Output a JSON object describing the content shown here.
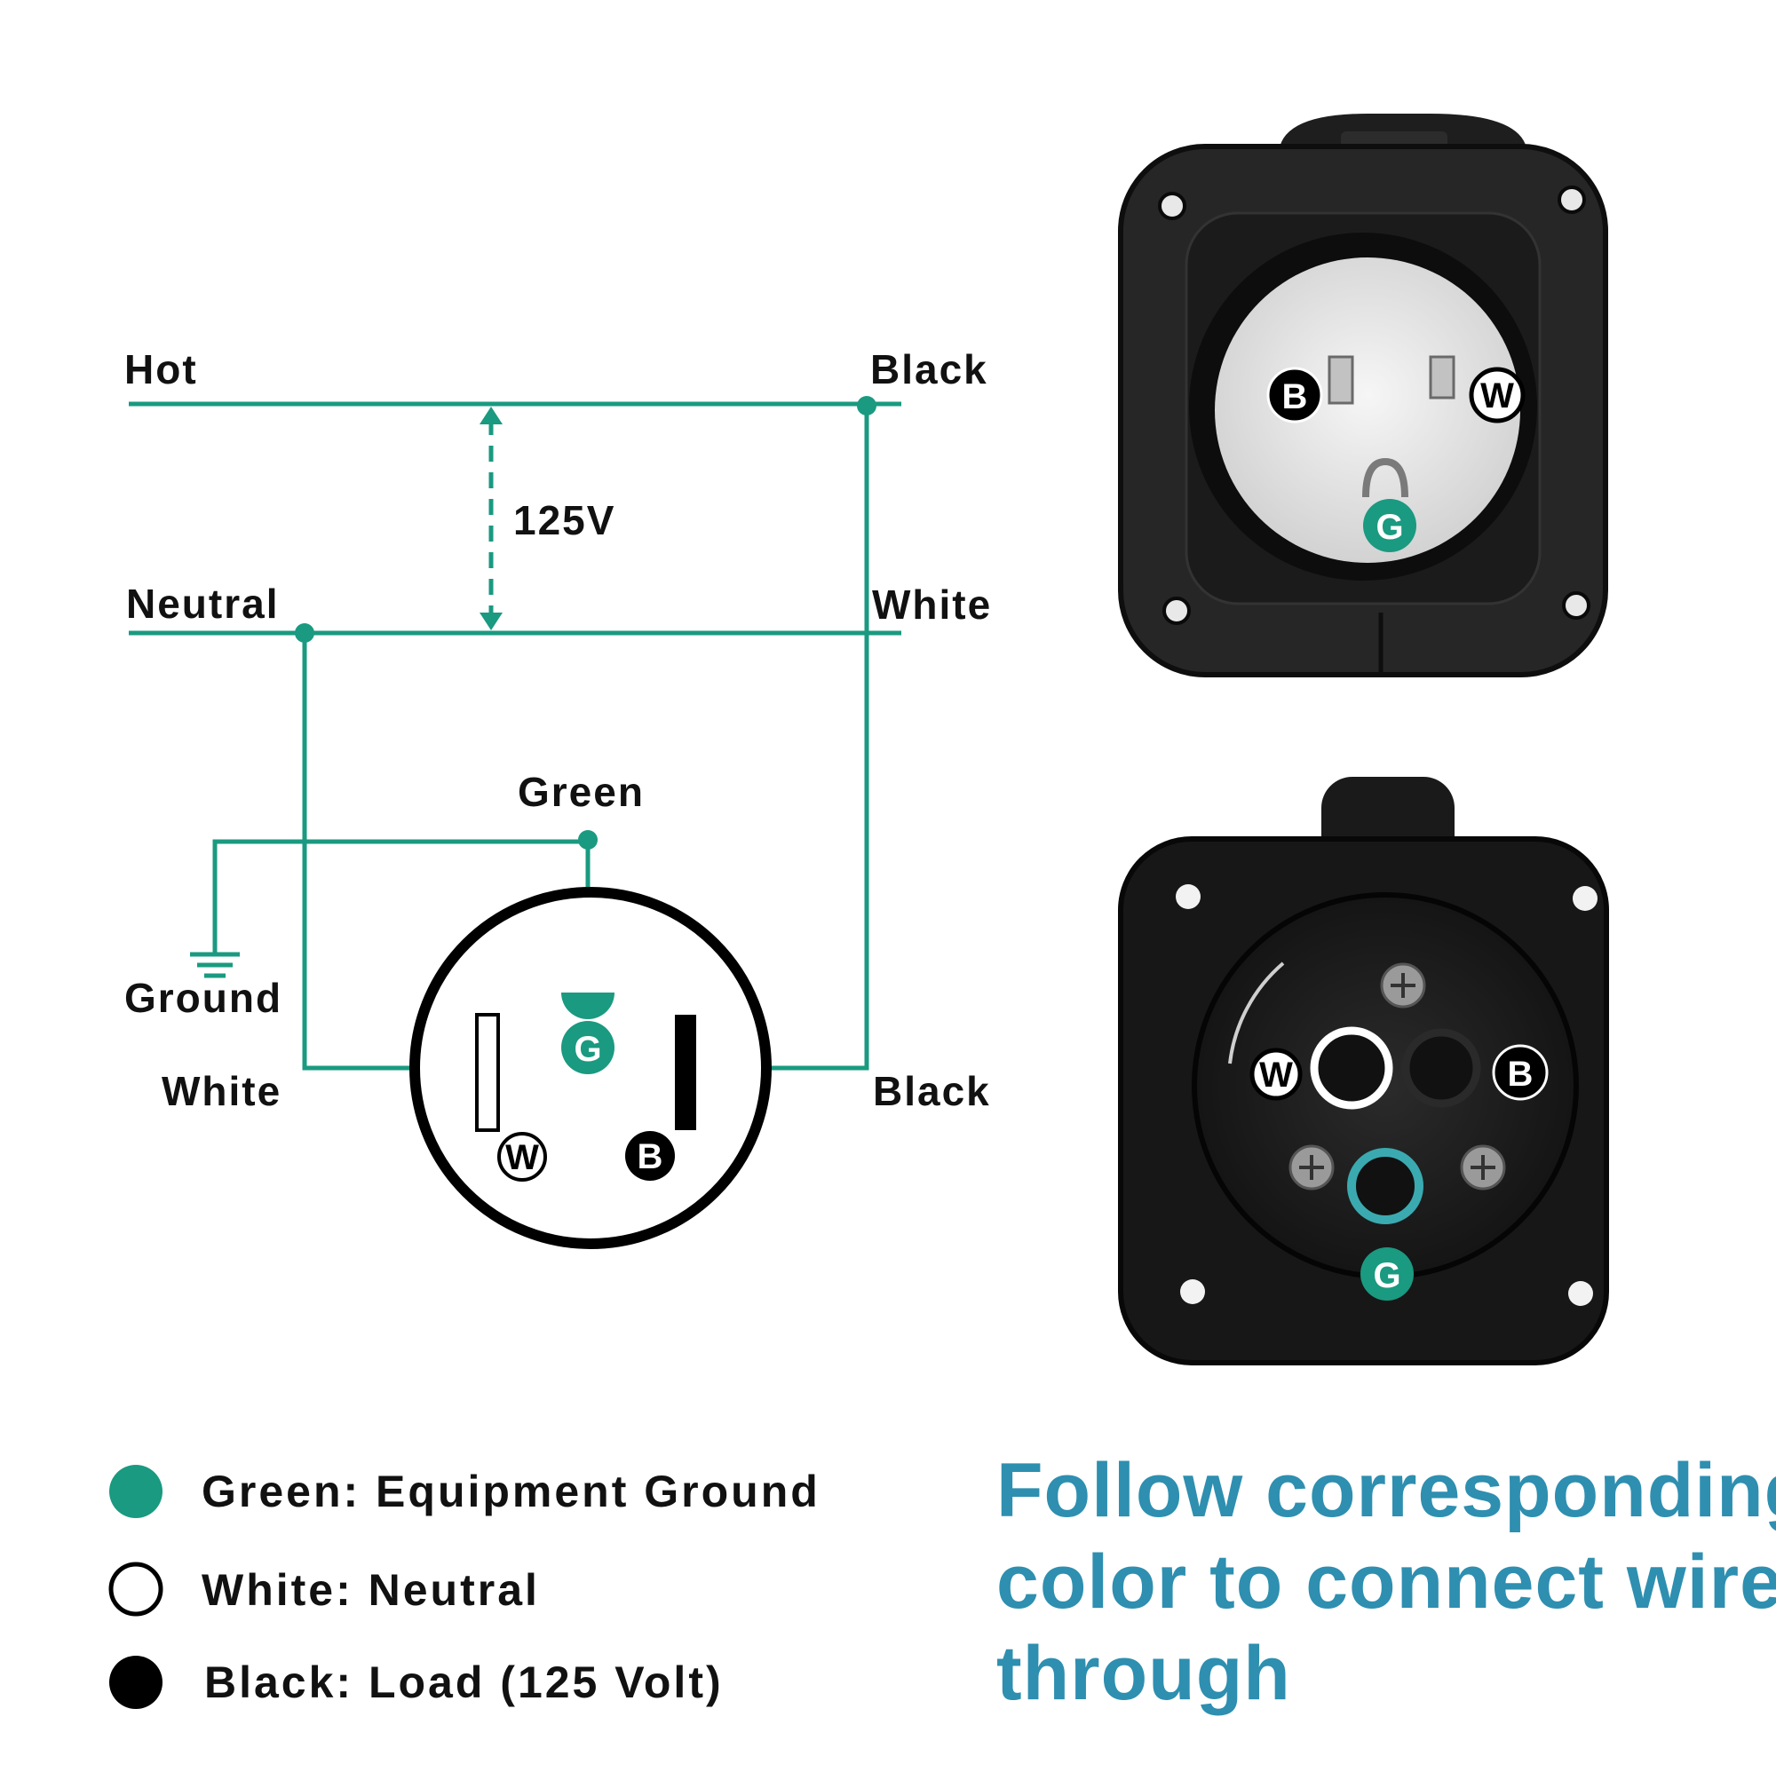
{
  "diagram": {
    "hot_label": "Hot",
    "neutral_label": "Neutral",
    "voltage_label": "125V",
    "black_top_label": "Black",
    "white_right_label": "White",
    "green_label": "Green",
    "ground_label": "Ground",
    "white_bottom_label": "White",
    "black_bottom_label": "Black",
    "badge_g": "G",
    "badge_w": "W",
    "badge_b": "B"
  },
  "legend": {
    "items": [
      {
        "text": "Green: Equipment Ground",
        "color": "#1a9a80"
      },
      {
        "text": "White: Neutral",
        "color": "#ffffff"
      },
      {
        "text": "Black: Load (125 Volt)",
        "color": "#000000"
      }
    ]
  },
  "headline": {
    "lines": [
      "Follow corresponding",
      "color to connect wire",
      "through"
    ]
  },
  "colors": {
    "wire_green": "#1a9a80",
    "headline_blue": "#2e8fb0",
    "housing_black": "#222222"
  },
  "icons": {
    "ground_symbol": "ground-icon",
    "screw": "screw-icon"
  }
}
